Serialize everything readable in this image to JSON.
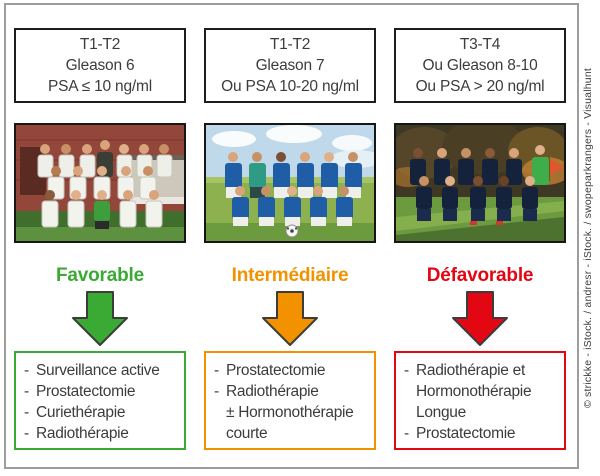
{
  "credit": "© strickke - iStock. / andresr - iStock. / swopeparkrangers - Visualhunt",
  "columns": [
    {
      "id": "favorable",
      "criteria": [
        "T1-T2",
        "Gleason 6",
        "PSA ≤ 10 ng/ml"
      ],
      "label": "Favorable",
      "color": "#3aaa35",
      "photo_alt": "youth-soccer-team-white-kits-brick-building",
      "treatments": [
        {
          "b": "-",
          "t": "Surveillance active"
        },
        {
          "b": "-",
          "t": "Prostatectomie"
        },
        {
          "b": "-",
          "t": "Curiethérapie"
        },
        {
          "b": "-",
          "t": "Radiothérapie"
        }
      ]
    },
    {
      "id": "intermediaire",
      "criteria": [
        "T1-T2",
        "Gleason 7",
        "Ou PSA 10-20 ng/ml"
      ],
      "label": "Intermédiaire",
      "color": "#f39200",
      "photo_alt": "soccer-team-blue-kits-green-field",
      "treatments": [
        {
          "b": "-",
          "t": "Prostatectomie"
        },
        {
          "b": "-",
          "t": "Radiothérapie"
        },
        {
          "b": "",
          "t": "± Hormonothérapie"
        },
        {
          "b": "",
          "t": "courte"
        }
      ]
    },
    {
      "id": "defavorable",
      "criteria": [
        "T3-T4",
        "Ou Gleason 8-10",
        "Ou PSA > 20 ng/ml"
      ],
      "label": "Défavorable",
      "color": "#e30613",
      "photo_alt": "soccer-team-dark-kits-autumn-trees",
      "treatments": [
        {
          "b": "-",
          "t": "Radiothérapie et"
        },
        {
          "b": "",
          "t": "Hormonothérapie"
        },
        {
          "b": "",
          "t": "Longue"
        },
        {
          "b": "-",
          "t": "Prostatectomie"
        }
      ]
    }
  ]
}
